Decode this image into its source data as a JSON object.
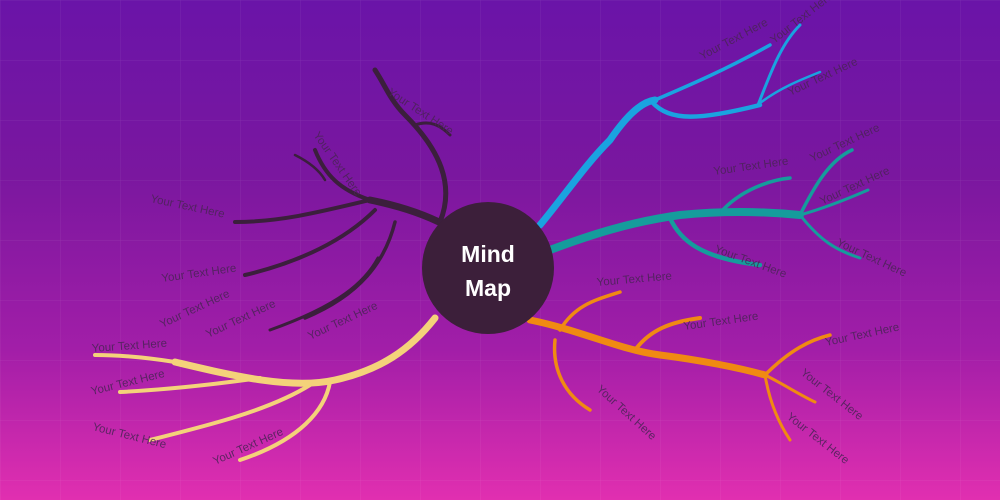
{
  "center": {
    "line1": "Mind",
    "line2": "Map"
  },
  "colors": {
    "dark_branch": "#3b1f3c",
    "blue_branch": "#1aa3e0",
    "teal_branch": "#159c9c",
    "orange_branch": "#f08a12",
    "yellow_branch": "#f4d27a",
    "center_fill": "#3c1f3a"
  },
  "branches": {
    "dark": {
      "labels": [
        "Your Text Here",
        "Your Text Here",
        "Your Text Here",
        "Your Text Here",
        "Your Text Here",
        "Your Text Here",
        "Your Text Here"
      ]
    },
    "blue": {
      "labels": [
        "Your Text Here",
        "Your Text Here",
        "Your Text Here"
      ]
    },
    "teal": {
      "labels": [
        "Your Text Here",
        "Your Text Here",
        "Your Text Here",
        "Your Text Here",
        "Your Text Here"
      ]
    },
    "orange": {
      "labels": [
        "Your Text Here",
        "Your Text Here",
        "Your Text Here",
        "Your Text Here",
        "Your Text Here",
        "Your Text Here"
      ]
    },
    "yellow": {
      "labels": [
        "Your Text Here",
        "Your Text Here",
        "Your Text Here",
        "Your Text Here"
      ]
    }
  }
}
